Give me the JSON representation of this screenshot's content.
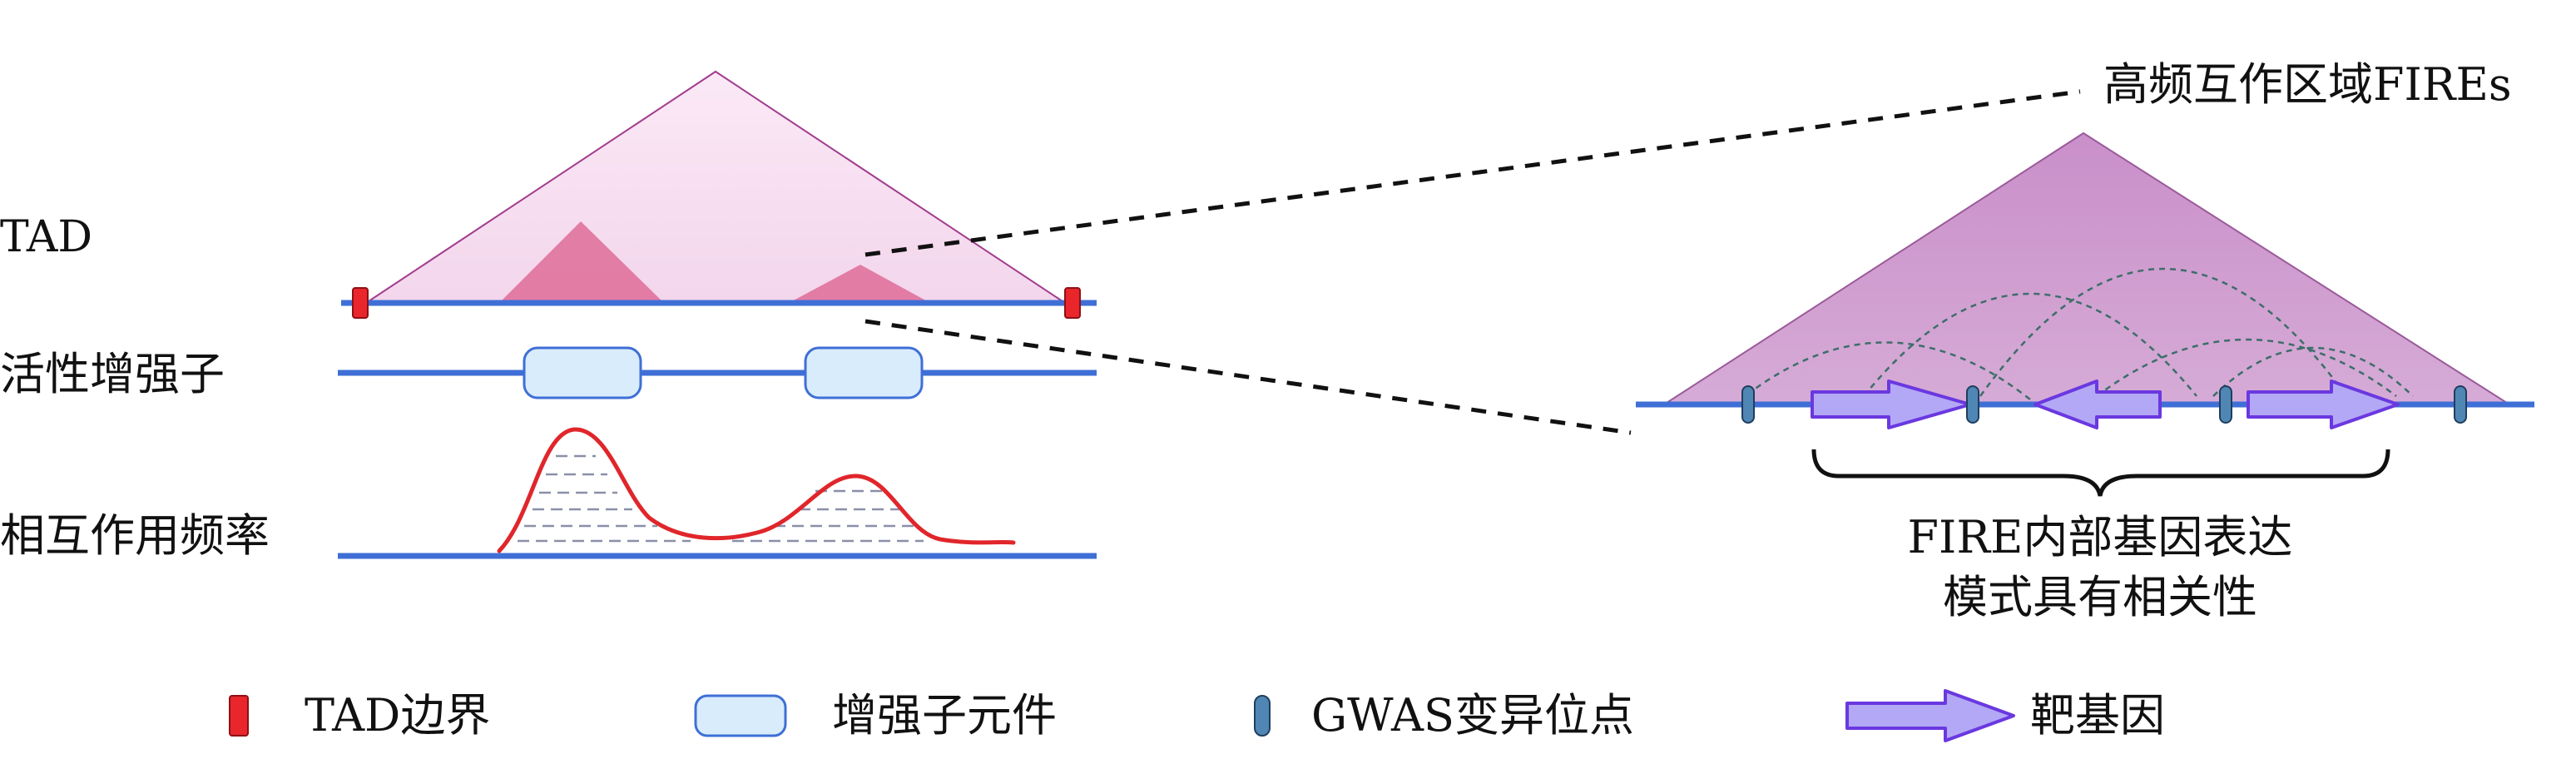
{
  "labels": {
    "tad": "TAD",
    "active_enhancer": "活性增强子",
    "interaction_frequency": "相互作用频率",
    "fires_title": "高频互作区域FIREs",
    "fire_correlation_line1": "FIRE内部基因表达",
    "fire_correlation_line2": "模式具有相关性"
  },
  "legend": {
    "tad_boundary": "TAD边界",
    "enhancer_element": "增强子元件",
    "gwas_variant": "GWAS变异位点",
    "target_gene": "靶基因"
  },
  "colors": {
    "chromatin_line": "#3f6fd6",
    "tad_fill": "#f6ddef",
    "tad_edge": "#a23c8e",
    "enhancer_peak": "#e0729c",
    "tad_boundary": "#e8262b",
    "enhancer_fill": "#d9ecfb",
    "enhancer_stroke": "#3f6fd6",
    "frequency_curve": "#e0262b",
    "fire_fill": "#cf9fcf",
    "gwas_fill": "#4f86b4",
    "target_gene_fill": "#b3a8f5",
    "target_gene_stroke": "#6a38e0"
  },
  "icons": {
    "tad_boundary": "red-rectangle-marker",
    "enhancer_element": "rounded-capsule",
    "gwas_variant": "blue-oval-marker",
    "target_gene": "block-arrow"
  }
}
